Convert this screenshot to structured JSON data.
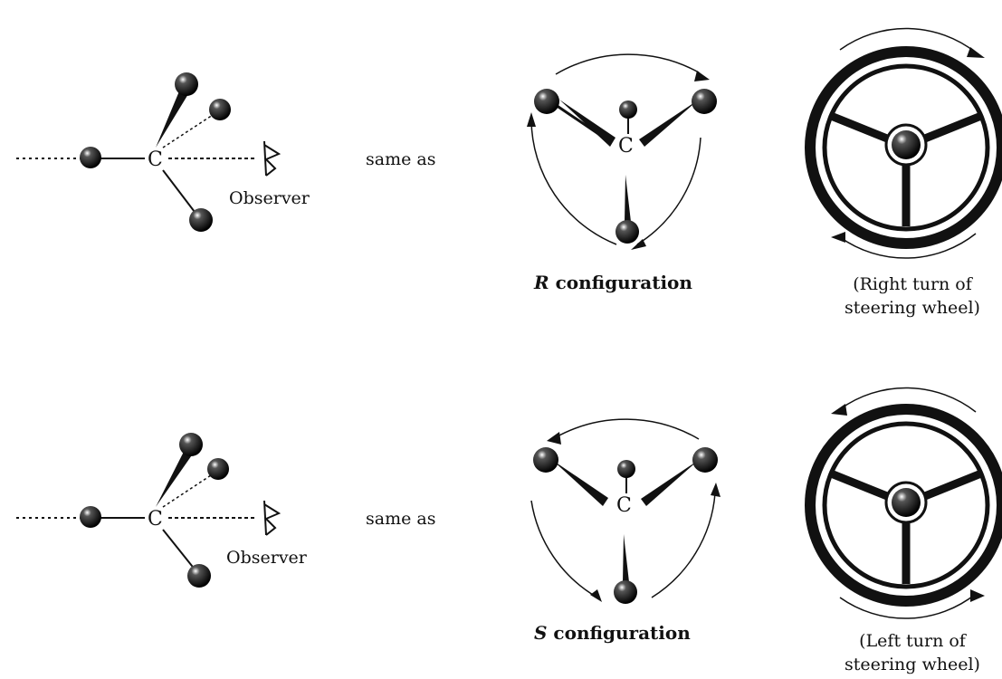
{
  "atom_label": "C",
  "same_as": "same as",
  "observer": "Observer",
  "panels": [
    {
      "config_letter": "R",
      "config_word": "configuration",
      "caption_line1": "(Right turn of",
      "caption_line2": "steering wheel)",
      "rotation": "clockwise"
    },
    {
      "config_letter": "S",
      "config_word": "configuration",
      "caption_line1": "(Left turn of",
      "caption_line2": "steering wheel)",
      "rotation": "counterclockwise"
    }
  ],
  "colors": {
    "ink": "#111111",
    "background": "#ffffff"
  }
}
